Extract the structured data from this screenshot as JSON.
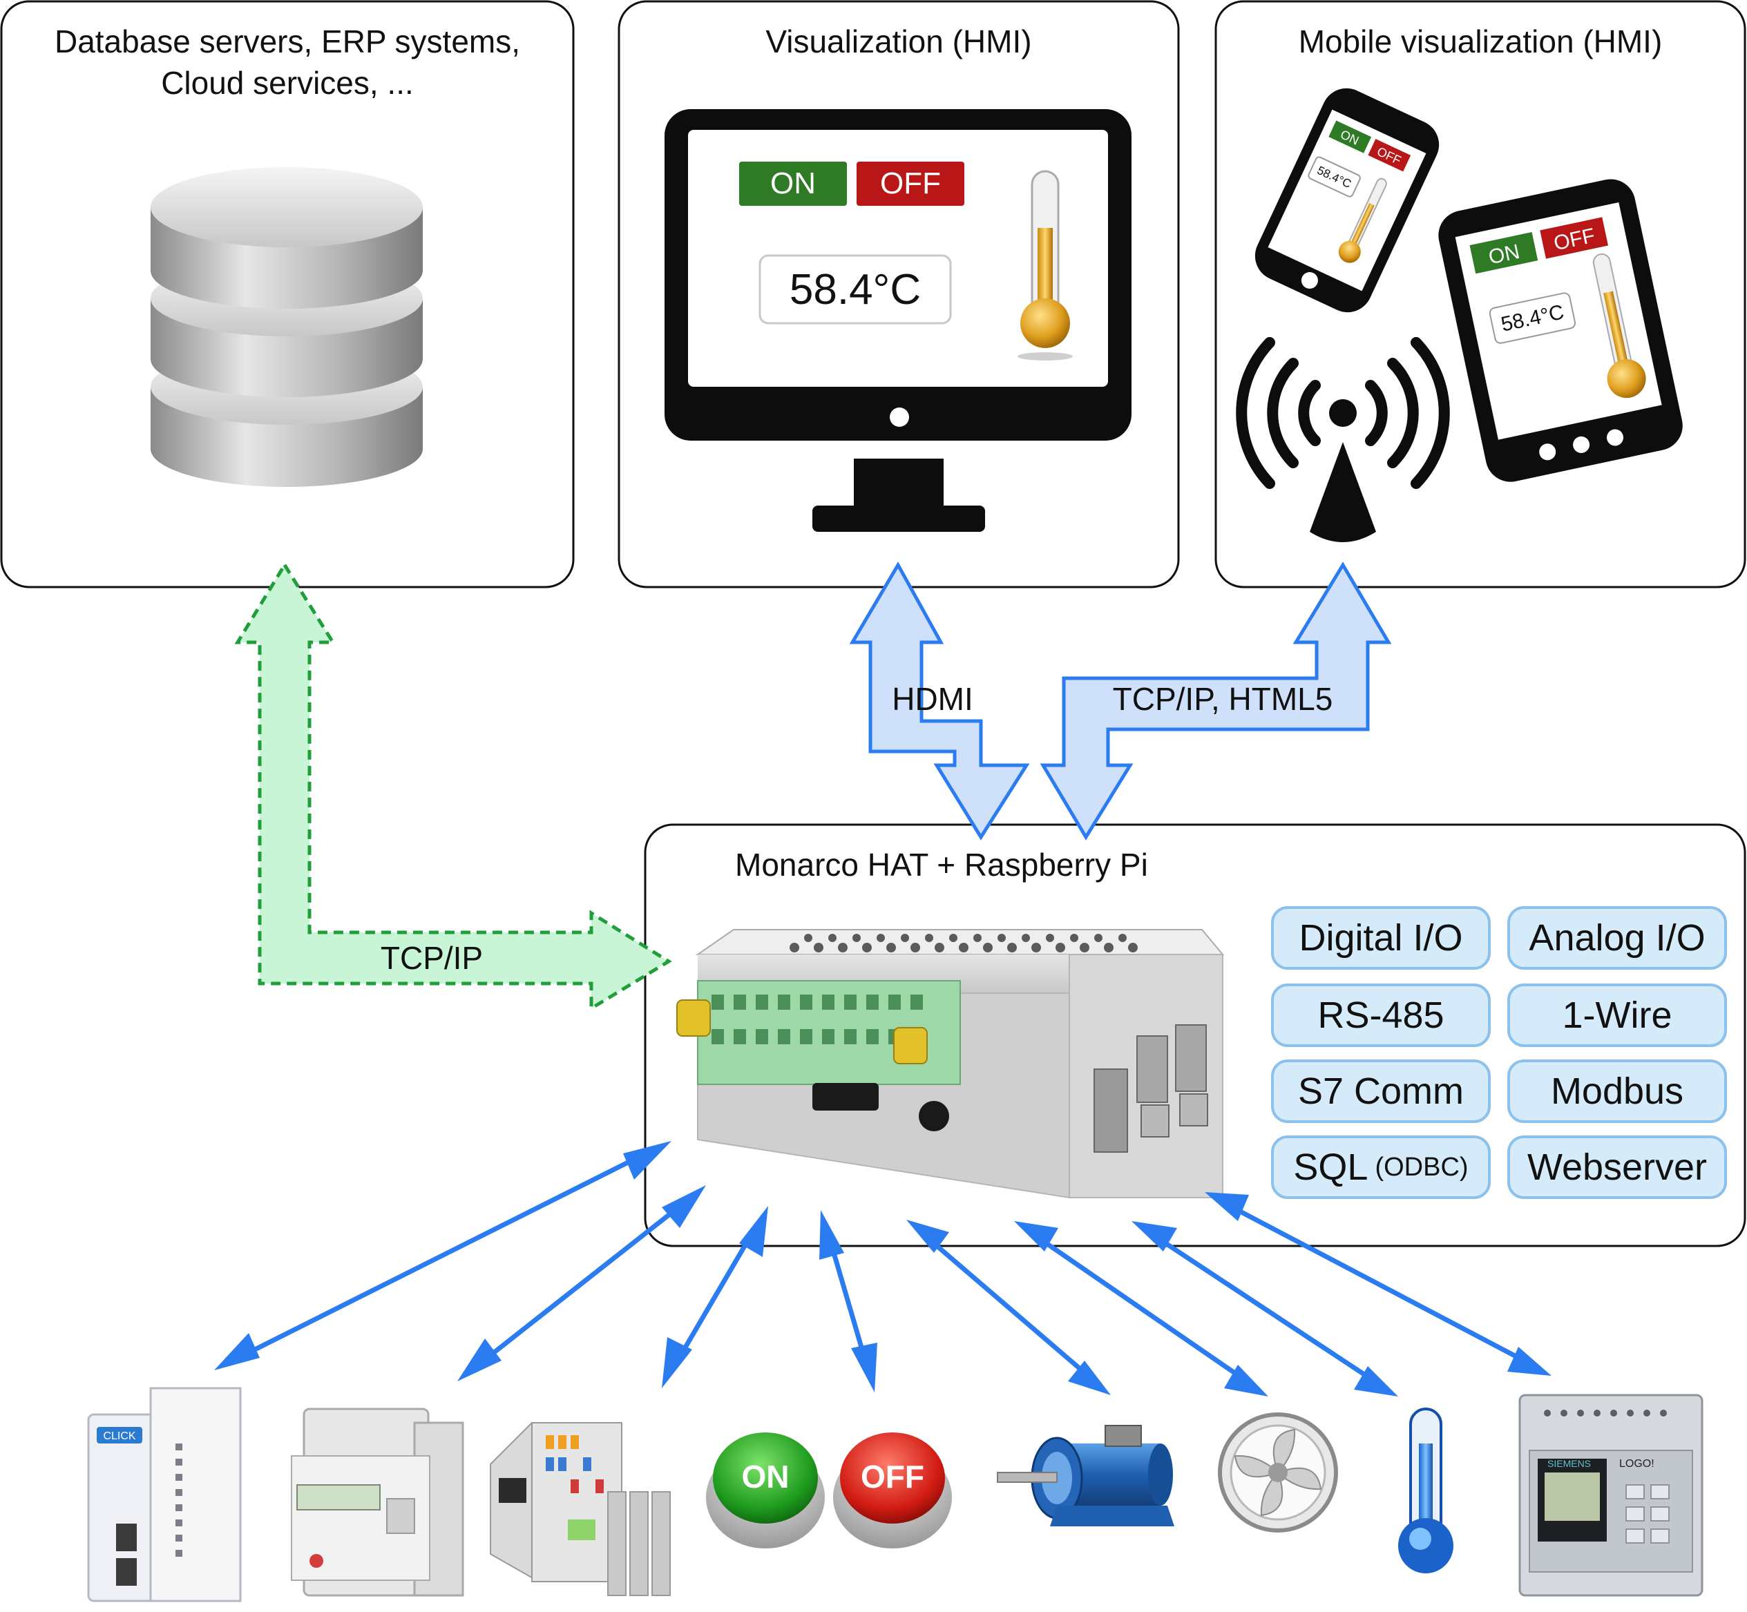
{
  "panels": {
    "database": {
      "title_line1": "Database servers, ERP systems,",
      "title_line2": "Cloud services, ..."
    },
    "visualization": {
      "title": "Visualization (HMI)"
    },
    "mobile": {
      "title": "Mobile visualization (HMI)"
    },
    "monarco": {
      "title": "Monarco HAT + Raspberry Pi"
    }
  },
  "hmi_screen": {
    "on_label": "ON",
    "off_label": "OFF",
    "temperature": "58.4°C"
  },
  "arrows": {
    "tcpip": "TCP/IP",
    "hdmi": "HDMI",
    "tcpip_html5": "TCP/IP, HTML5"
  },
  "features": [
    {
      "label": "Digital I/O",
      "suffix": ""
    },
    {
      "label": "Analog I/O",
      "suffix": ""
    },
    {
      "label": "RS-485",
      "suffix": ""
    },
    {
      "label": "1-Wire",
      "suffix": ""
    },
    {
      "label": "S7 Comm",
      "suffix": ""
    },
    {
      "label": "Modbus",
      "suffix": ""
    },
    {
      "label": "SQL",
      "suffix": "(ODBC)"
    },
    {
      "label": "Webserver",
      "suffix": ""
    }
  ],
  "devices": {
    "plc_brand": "CLICK",
    "button_on": "ON",
    "button_off": "OFF",
    "logo_brand": "SIEMENS",
    "logo_model": "LOGO!"
  },
  "colors": {
    "arrow_blue": "#2b7cf0",
    "arrow_fill": "#cfe0fa",
    "tcp_green": "#1f9e3a",
    "tcp_fill": "#c8f5d6",
    "pill_fill": "#d6ebfa",
    "pill_border": "#8cc1ec"
  }
}
